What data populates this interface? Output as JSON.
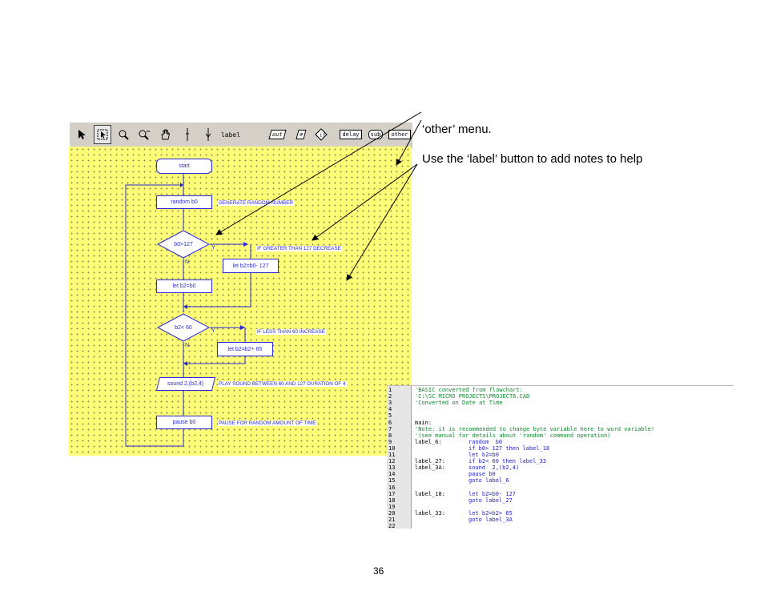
{
  "toolbar": {
    "buttons": [
      {
        "name": "pointer",
        "icon": "arrow-pointer-icon"
      },
      {
        "name": "select",
        "icon": "select-pointer-icon"
      },
      {
        "name": "zoom-in",
        "icon": "zoom-in-icon"
      },
      {
        "name": "zoom-out",
        "icon": "zoom-out-icon"
      },
      {
        "name": "pan",
        "icon": "hand-icon"
      },
      {
        "name": "line",
        "icon": "line-tool-icon"
      },
      {
        "name": "connector",
        "icon": "connector-tool-icon"
      }
    ],
    "label_button": "label",
    "out_button": "out",
    "in_button": "in",
    "if_button": "if",
    "delay_button": "delay",
    "sub_button": "sub",
    "other_button": "other"
  },
  "flowchart": {
    "start": "start",
    "random": "random  b0",
    "decision1": "b0>127",
    "let_sub": "let b2=b0- 127",
    "let_b2": "let b2=b0",
    "decision2": "b2< 60",
    "let_add": "let b2=b2+ 65",
    "sound": "sound  2,(b2,4)",
    "pause": "pause b0",
    "yes_label": "Y",
    "no_label": "N",
    "notes": {
      "random": "GENERATE RANDOM NUMBER",
      "greater": "IF GREATER THAN 127 DECREASE",
      "less": "IF LESS THAN 60 INCREASE",
      "sound": "PLAY SOUND BETWEEN 60 AND 127  DURATION OF 4",
      "pause": "PAUSE FOR RANDOM AMOUNT OF TIME"
    }
  },
  "code": {
    "lines": [
      {
        "n": "1",
        "label": "",
        "stmt": "'BASIC converted from flowchart:",
        "type": "comment"
      },
      {
        "n": "2",
        "label": "",
        "stmt": "'C:\\SC MICRO PROJECTS\\PROJECT6.CAD",
        "type": "comment"
      },
      {
        "n": "3",
        "label": "",
        "stmt": "'Converted on Date at Time",
        "type": "comment"
      },
      {
        "n": "4",
        "label": "",
        "stmt": "",
        "type": "code"
      },
      {
        "n": "5",
        "label": "",
        "stmt": "",
        "type": "code"
      },
      {
        "n": "6",
        "label": "main:",
        "stmt": "",
        "type": "code"
      },
      {
        "n": "7",
        "label": "",
        "stmt": "'Note: it is recommended to change byte variable here to word variable!",
        "type": "comment"
      },
      {
        "n": "8",
        "label": "",
        "stmt": "'(see manual for details about 'random' command operation)",
        "type": "comment"
      },
      {
        "n": "9",
        "label": "label_6:",
        "stmt": "random  b0",
        "type": "code"
      },
      {
        "n": "10",
        "label": "",
        "stmt": "if b0> 127 then label_18",
        "type": "code"
      },
      {
        "n": "11",
        "label": "",
        "stmt": "let b2=b0",
        "type": "code"
      },
      {
        "n": "12",
        "label": "label_27:",
        "stmt": "if b2< 60 then label_33",
        "type": "code"
      },
      {
        "n": "13",
        "label": "label_3A:",
        "stmt": "sound  2,(b2,4)",
        "type": "code"
      },
      {
        "n": "14",
        "label": "",
        "stmt": "pause b0",
        "type": "code"
      },
      {
        "n": "15",
        "label": "",
        "stmt": "goto label_6",
        "type": "code"
      },
      {
        "n": "16",
        "label": "",
        "stmt": "",
        "type": "code"
      },
      {
        "n": "17",
        "label": "label_18:",
        "stmt": "let b2=b0- 127",
        "type": "code"
      },
      {
        "n": "18",
        "label": "",
        "stmt": "goto label_27",
        "type": "code"
      },
      {
        "n": "19",
        "label": "",
        "stmt": "",
        "type": "code"
      },
      {
        "n": "20",
        "label": "label_33:",
        "stmt": "let b2=b2+ 65",
        "type": "code"
      },
      {
        "n": "21",
        "label": "",
        "stmt": "goto label_3A",
        "type": "code"
      },
      {
        "n": "22",
        "label": "",
        "stmt": "",
        "type": "code"
      }
    ]
  },
  "annotations": {
    "other_menu": "‘other’ menu.",
    "label_help": "Use the ‘label’ button to add notes to help"
  },
  "page_number": "36",
  "colors": {
    "canvas": "#ffff77",
    "flow_blue": "#2a2ad8",
    "comment_green": "#0a8a2a",
    "toolbar_gray": "#d4d0c8"
  }
}
